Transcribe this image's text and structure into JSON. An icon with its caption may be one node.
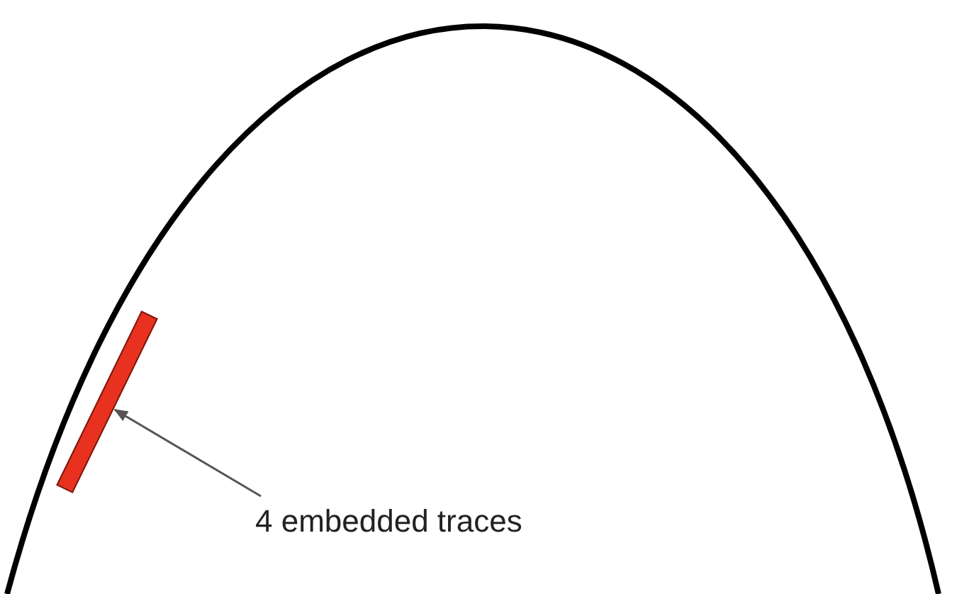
{
  "diagram": {
    "nodes": [
      {
        "text": [],
        "shape": "bar"
      },
      {
        "text": [
          "4 embedded traces"
        ]
      }
    ],
    "edges": [
      {
        "from": 1,
        "to": 0,
        "arrow": "to"
      }
    ]
  }
}
